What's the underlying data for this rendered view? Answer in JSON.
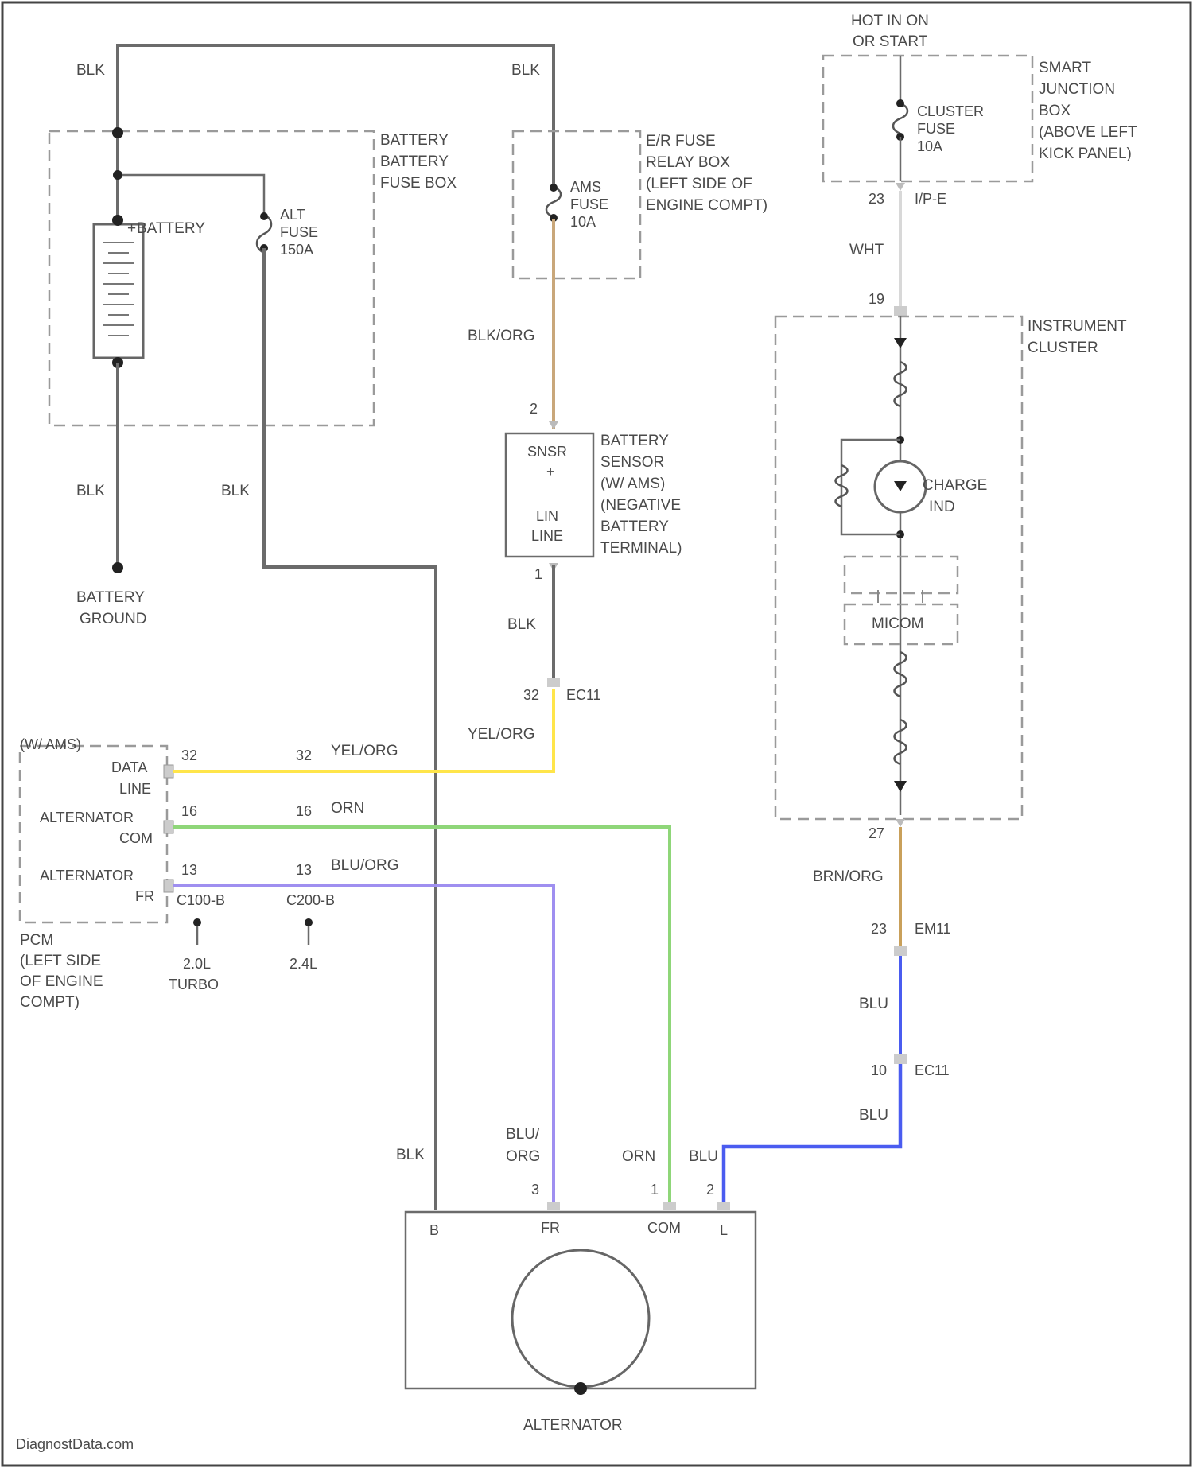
{
  "colors": {
    "blk": "#6b6b6b",
    "blk_org": "#c9a77a",
    "yel_org": "#ffe54a",
    "org": "#8fd679",
    "blu_org": "#9f8ff0",
    "blu": "#4a5cf0",
    "wht": "#d8d8d8",
    "brn_org": "#c9a05a"
  },
  "source_text": "DiagnostData.com",
  "battery_fuse_box": {
    "label": [
      "BATTERY",
      "BATTERY",
      "FUSE BOX"
    ],
    "battery_label": "BATTERY",
    "fuse_label": [
      "ALT",
      "FUSE",
      "150A"
    ]
  },
  "battery_ground": [
    "BATTERY",
    "GROUND"
  ],
  "eir_box": {
    "label": [
      "E/R FUSE",
      "RELAY BOX",
      "(LEFT SIDE OF",
      "ENGINE COMPT)"
    ],
    "fuse_label": [
      "AMS",
      "FUSE",
      "10A"
    ]
  },
  "smart_junction_box": {
    "hot_label": [
      "HOT IN ON",
      "OR START"
    ],
    "label": [
      "SMART",
      "JUNCTION",
      "BOX",
      "(ABOVE LEFT",
      "KICK PANEL)"
    ],
    "fuse_label": [
      "CLUSTER",
      "FUSE",
      "10A"
    ],
    "pin": "23",
    "connector": "I/P-E"
  },
  "battery_sensor": {
    "inner": [
      "SNSR",
      "+",
      "LIN",
      "LINE"
    ],
    "label": [
      "BATTERY",
      "SENSOR",
      "(W/ AMS)",
      "(NEGATIVE",
      "BATTERY",
      "TERMINAL)"
    ],
    "pin_top": "2",
    "pin_bottom": "1"
  },
  "instrument_cluster": {
    "label": [
      "INSTRUMENT",
      "CLUSTER"
    ],
    "pin_top": "19",
    "pin_bottom": "27",
    "charge_label": [
      "CHARGE",
      "IND"
    ],
    "micom_label": "MICOM"
  },
  "pcm": {
    "header": "(W/ AMS)",
    "pins": [
      {
        "label": [
          "DATA",
          "LINE"
        ],
        "pin": "32",
        "wire_pin": "32",
        "wire": "YEL/ORG"
      },
      {
        "label": [
          "ALTERNATOR",
          "COM"
        ],
        "pin": "16",
        "wire_pin": "16",
        "wire": "ORN"
      },
      {
        "label": [
          "ALTERNATOR",
          "FR"
        ],
        "pin": "13",
        "wire_pin": "13",
        "wire": "BLU/ORG"
      }
    ],
    "connectors": [
      "C100-B",
      "C200-B"
    ],
    "variants": [
      [
        "2.0L",
        "TURBO"
      ],
      [
        "2.4L"
      ]
    ],
    "label": [
      "PCM",
      "(LEFT SIDE",
      "OF ENGINE",
      "COMPT)"
    ]
  },
  "wire_labels": {
    "blk_top_left": "BLK",
    "blk_top_mid": "BLK",
    "blk_batt_down": "BLK",
    "blk_alt_down": "BLK",
    "blk_org": "BLK/ORG",
    "blk_sensor_down": "BLK",
    "yel_org_vertical": "YEL/ORG",
    "wht": "WHT",
    "brn_org": "BRN/ORG",
    "blu_upper": "BLU",
    "blu_lower": "BLU",
    "blk_alt_terminal": "BLK",
    "blu_org_alt": [
      "BLU/",
      "ORG"
    ],
    "orn_alt": "ORN",
    "blu_alt": "BLU"
  },
  "connectors": {
    "ec11_a": {
      "pin": "32",
      "name": "EC11"
    },
    "em11": {
      "pin": "23",
      "name": "EM11"
    },
    "ec11_b": {
      "pin": "10",
      "name": "EC11"
    }
  },
  "alternator": {
    "label": "ALTERNATOR",
    "terminals": [
      "B",
      "FR",
      "COM",
      "L"
    ],
    "pins": [
      "3",
      "1",
      "2"
    ]
  }
}
